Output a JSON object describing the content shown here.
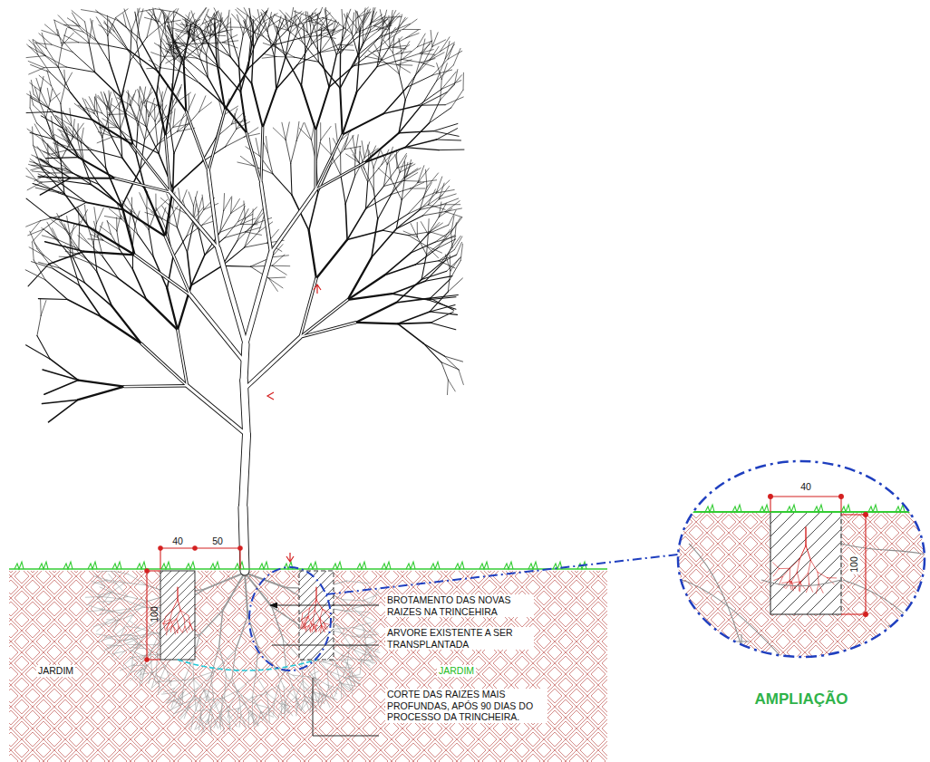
{
  "diagram": {
    "labels": [
      "40",
      "50",
      "100",
      "BROTAMENTO DAS NOVAS RAIZES NA TRINCEHIRA",
      "ARVORE EXISTENTE A SER TRANSPLANTADA",
      "JARDIM",
      "JARDIM",
      "CORTE DAS RAIZES MAIS PROFUNDAS, APÓS 90 DIAS DO PROCESSO DA TRINCHEIRA.",
      "40",
      "100",
      "AMPLIAÇÃO"
    ]
  }
}
